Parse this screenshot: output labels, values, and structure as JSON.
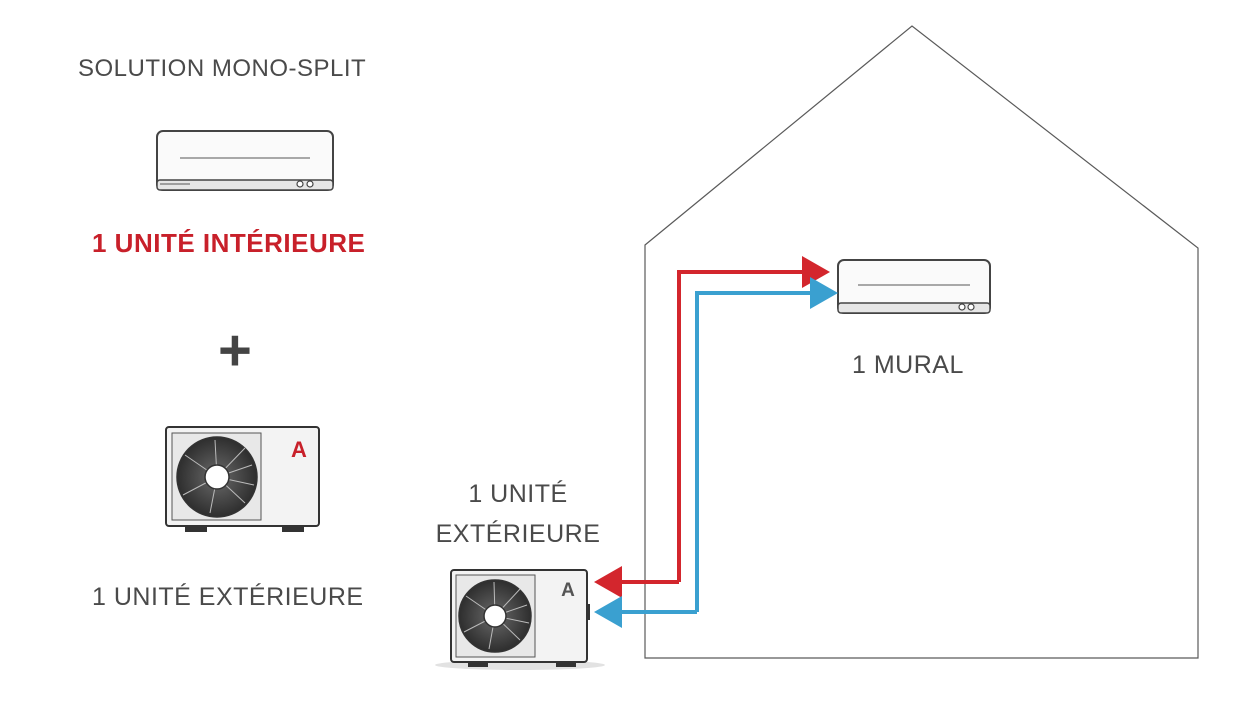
{
  "title": "SOLUTION MONO-SPLIT",
  "indoor_unit_label": "1 UNITÉ INTÉRIEURE",
  "plus_sign": "+",
  "outdoor_unit_label": "1 UNITÉ EXTÉRIEURE",
  "house": {
    "outdoor_unit_label": "1 UNITÉ EXTÉRIEURE",
    "indoor_unit_label": "1 MURAL"
  },
  "energy_class_badge": "A",
  "colors": {
    "accent_red": "#c8202a",
    "pipe_red": "#d3262d",
    "pipe_blue": "#3aa0d0",
    "text_gray": "#4a4a4a"
  },
  "icons": [
    "wall-split-unit-icon",
    "outdoor-heat-pump-icon",
    "house-outline-icon",
    "refrigerant-pipe-arrows"
  ]
}
